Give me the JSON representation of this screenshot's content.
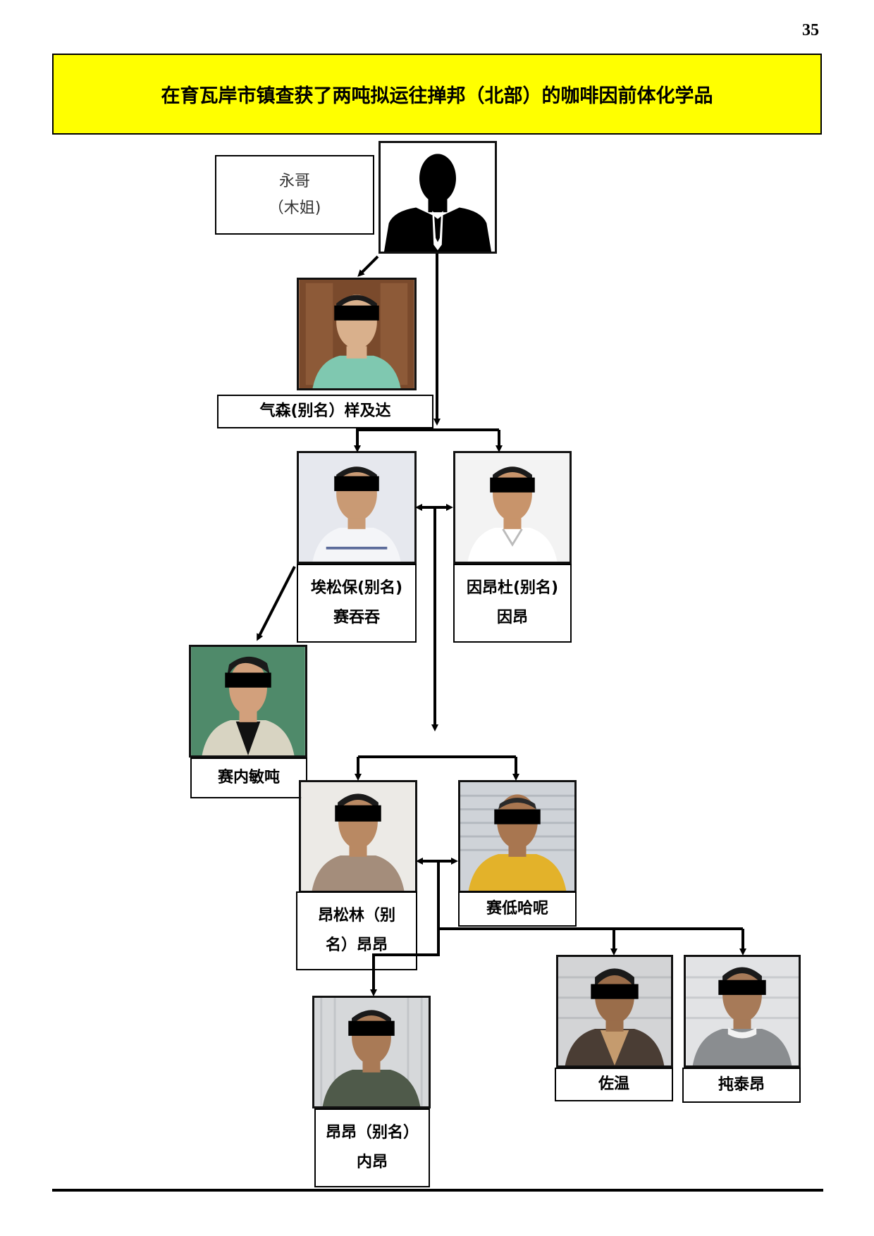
{
  "page": {
    "number": "35"
  },
  "title": "在育瓦岸市镇查获了两吨拟运往掸邦（北部）的咖啡因前体化学品",
  "boss": {
    "line1": "永哥",
    "line2": "（木姐)"
  },
  "people": {
    "kyaw_san": {
      "label": "气森(别名）样及达"
    },
    "aye_soe_paw": {
      "line1": "埃松保(别名)",
      "line2": "赛吞吞"
    },
    "yin_aung_htoo": {
      "line1": "因昂杜(别名)",
      "line2": "因昂"
    },
    "sai_nay_min_htun": {
      "label": "赛内敏吨"
    },
    "aung_soe_lin": {
      "line1": "昂松林（别",
      "line2": "名）昂昂"
    },
    "sai_tin_hla_nyo": {
      "label": "赛低哈呢"
    },
    "aung_aung": {
      "line1": "昂昂（别名）",
      "line2": "内昂"
    },
    "zaw_win": {
      "label": "佐温"
    },
    "tun_tai_aung": {
      "label": "扽泰昂"
    }
  },
  "colors": {
    "title_bg": "#ffff00",
    "censor_bar": "#000000",
    "line": "#000000"
  }
}
